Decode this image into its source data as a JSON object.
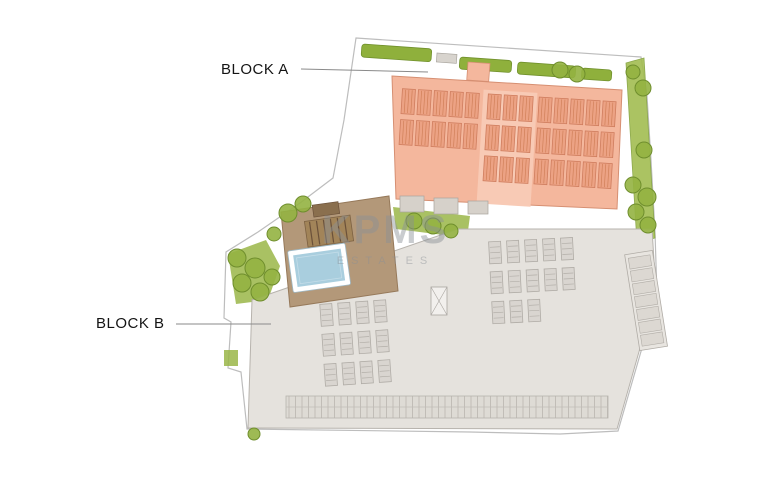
{
  "plan": {
    "labels": {
      "block_a": "BLOCK A",
      "block_b": "BLOCK B"
    },
    "watermark": {
      "title": "KPMS",
      "subtitle": "ESTATES"
    },
    "colors": {
      "block_a_fill": "#f4b79d",
      "block_a_unit": "#eca284",
      "block_b_fill": "#e5e2dd",
      "pool_water": "#a9cede",
      "deck_brown": "#b39879",
      "landscape_green": "#93b241",
      "boundary_gray": "#bdbdbd"
    }
  }
}
